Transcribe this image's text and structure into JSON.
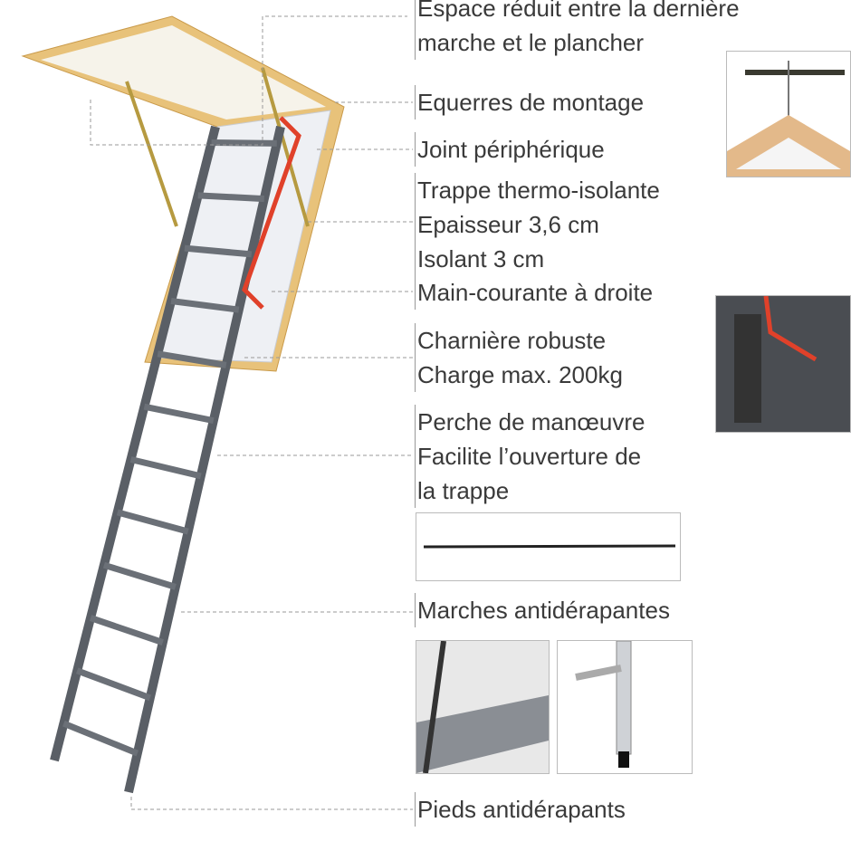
{
  "labels": {
    "espace": [
      "Espace réduit entre la dernière",
      "marche et le plancher"
    ],
    "equerres": "Equerres de montage",
    "joint": "Joint périphérique",
    "trappe": [
      "Trappe thermo-isolante",
      "Epaisseur 3,6 cm",
      "Isolant 3 cm"
    ],
    "main_courante": "Main-courante à droite",
    "charniere": [
      "Charnière robuste",
      "Charge max. 200kg"
    ],
    "perche": [
      "Perche de manœuvre",
      "Facilite l’ouverture de",
      "la trappe"
    ],
    "marches": "Marches antidérapantes",
    "pieds": "Pieds antidérapants"
  },
  "colors": {
    "wood": "#e8c27a",
    "ladder": "#5a5f66",
    "handrail": "#e0412a",
    "leader": "#999999"
  }
}
